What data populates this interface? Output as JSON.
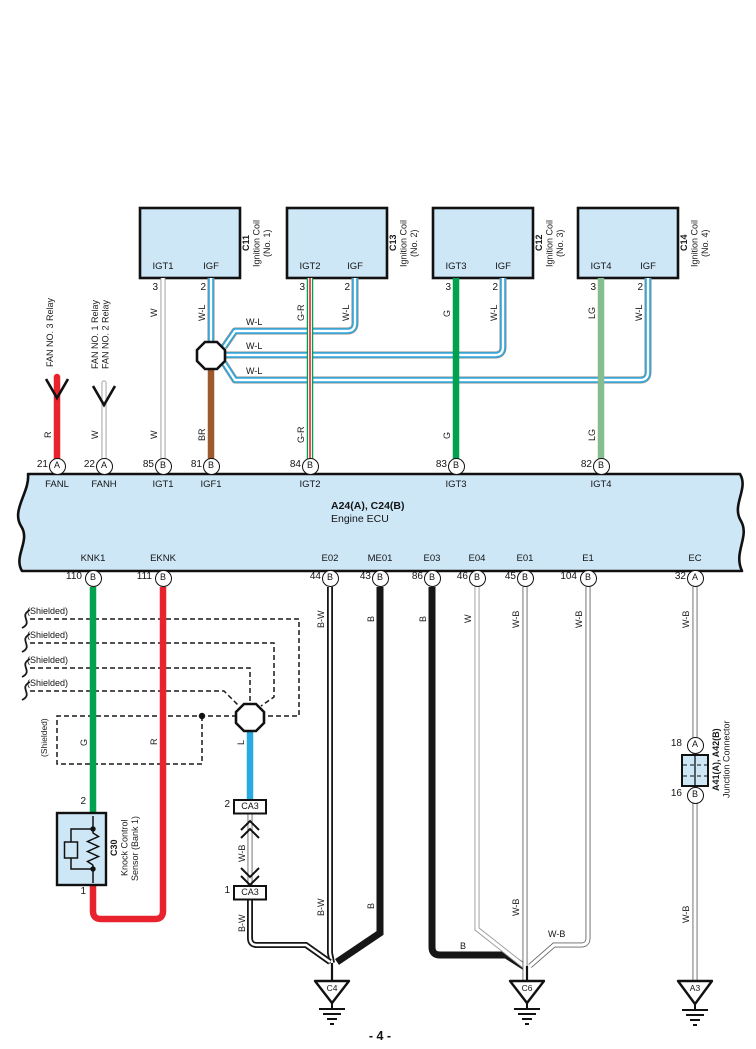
{
  "page_number": "- 4 -",
  "ecu": {
    "title": "A24(A), C24(B)",
    "subtitle": "Engine ECU"
  },
  "coils": [
    {
      "code": "C11",
      "name": "Ignition Coil",
      "no": "(No. 1)",
      "pin3_label": "IGT1",
      "pin2_label": "IGF",
      "pin3_num": "3",
      "pin2_num": "2"
    },
    {
      "code": "C13",
      "name": "Ignition Coil",
      "no": "(No. 2)",
      "pin3_label": "IGT2",
      "pin2_label": "IGF",
      "pin3_num": "3",
      "pin2_num": "2"
    },
    {
      "code": "C12",
      "name": "Ignition Coil",
      "no": "(No. 3)",
      "pin3_label": "IGT3",
      "pin2_label": "IGF",
      "pin3_num": "3",
      "pin2_num": "2"
    },
    {
      "code": "C14",
      "name": "Ignition Coil",
      "no": "(No. 4)",
      "pin3_label": "IGT4",
      "pin2_label": "IGF",
      "pin3_num": "3",
      "pin2_num": "2"
    }
  ],
  "relays": {
    "fan3": "FAN NO. 3 Relay",
    "fan1": "FAN NO. 1 Relay",
    "fan2": "FAN NO. 2 Relay"
  },
  "top_pins": [
    {
      "num": "21",
      "letter": "A",
      "name": "FANL"
    },
    {
      "num": "22",
      "letter": "A",
      "name": "FANH"
    },
    {
      "num": "85",
      "letter": "B",
      "name": "IGT1"
    },
    {
      "num": "81",
      "letter": "B",
      "name": "IGF1"
    },
    {
      "num": "84",
      "letter": "B",
      "name": "IGT2"
    },
    {
      "num": "83",
      "letter": "B",
      "name": "IGT3"
    },
    {
      "num": "82",
      "letter": "B",
      "name": "IGT4"
    }
  ],
  "bottom_pins": [
    {
      "num": "110",
      "letter": "B",
      "name": "KNK1"
    },
    {
      "num": "111",
      "letter": "B",
      "name": "EKNK"
    },
    {
      "num": "44",
      "letter": "B",
      "name": "E02"
    },
    {
      "num": "43",
      "letter": "B",
      "name": "ME01"
    },
    {
      "num": "86",
      "letter": "B",
      "name": "E03"
    },
    {
      "num": "46",
      "letter": "B",
      "name": "E04"
    },
    {
      "num": "45",
      "letter": "B",
      "name": "E01"
    },
    {
      "num": "104",
      "letter": "B",
      "name": "E1"
    },
    {
      "num": "32",
      "letter": "A",
      "name": "EC"
    }
  ],
  "wire_labels": {
    "top": [
      "W",
      "W-L",
      "G-R",
      "W-L",
      "G",
      "W-L",
      "LG",
      "W-L"
    ],
    "branches": [
      "W-L",
      "W-L",
      "W-L"
    ],
    "bottom": [
      "R",
      "W",
      "W",
      "BR",
      "G-R",
      "G",
      "LG"
    ],
    "mid": [
      "B-W",
      "B",
      "B",
      "W",
      "W-B",
      "W-B",
      "W-B"
    ],
    "knock": [
      "G",
      "R",
      "L"
    ],
    "ca3_between": "W-B",
    "ca3_below": "B-W",
    "low": [
      "B-W",
      "B",
      "W-B",
      "W-B"
    ],
    "e03_bend": "B",
    "e1_bend": "W-B"
  },
  "shield": {
    "label": "(Shielded)"
  },
  "knock_sensor": {
    "code": "C30",
    "name1": "Knock Control",
    "name2": "Sensor (Bank 1)",
    "pin_top": "2",
    "pin_bottom": "1"
  },
  "ca3": {
    "label": "CA3",
    "pin_top": "2",
    "pin_bottom": "1"
  },
  "junction": {
    "code": "A41(A), A42(B)",
    "name": "Junction Connector",
    "pin_top_num": "18",
    "pin_top_letter": "A",
    "pin_bottom_num": "16",
    "pin_bottom_letter": "B"
  },
  "grounds": [
    "C4",
    "C6",
    "A3"
  ],
  "colors": {
    "wire_red": "#e8232d",
    "wire_green": "#00a250",
    "wire_light_green": "#85bd8e",
    "wire_brown": "#9e5a2d",
    "wire_blue": "#2aa9e0",
    "box_fill": "#cde7f7"
  }
}
